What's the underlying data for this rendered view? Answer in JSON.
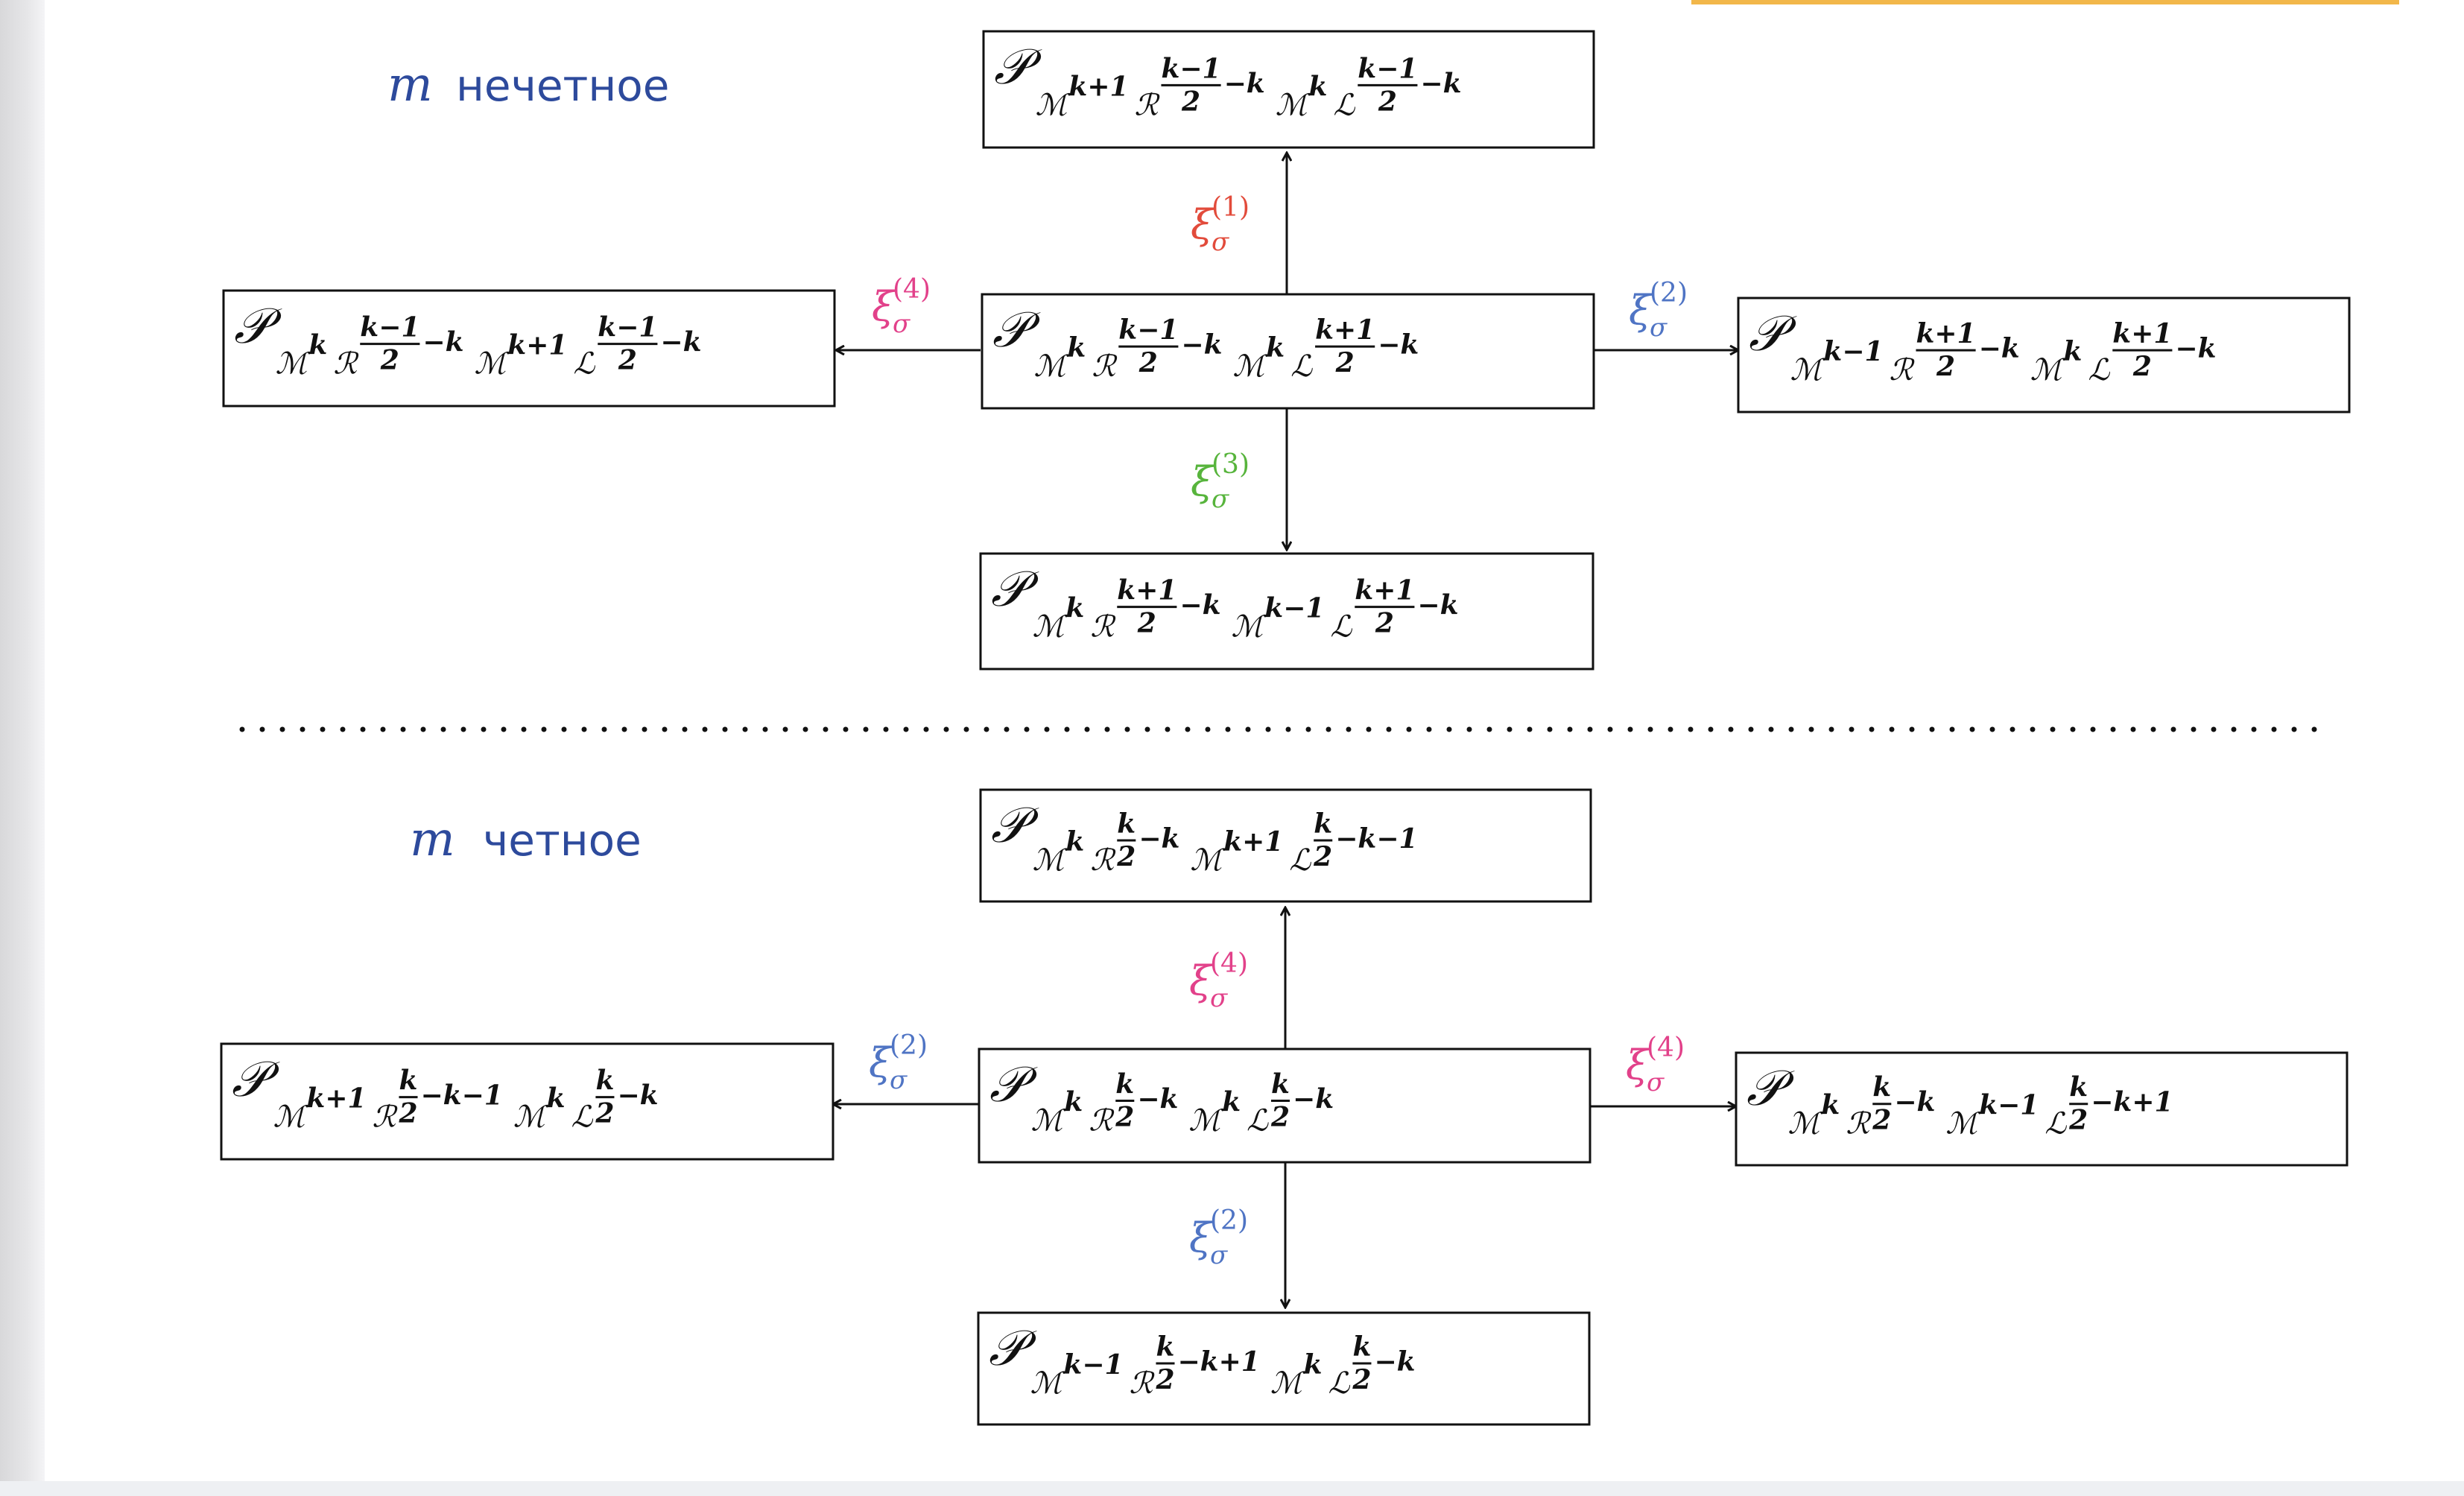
{
  "accent_color": "#f2b74a",
  "colors": {
    "label_blue": "#2d4a9c",
    "xi_1": "#e24b3b",
    "xi_2": "#4f74c4",
    "xi_3": "#57b43c",
    "xi_4": "#e2418a"
  },
  "sections": {
    "odd": {
      "heading_var": "m",
      "heading_text": "нечетное",
      "center": {
        "P": "𝒫",
        "t1": "ℳ",
        "t1e": "k",
        "t2": "ℛ",
        "t2f": [
          "k−1",
          "2"
        ],
        "t2r": "−k",
        "t3": "ℳ",
        "t3e": "k",
        "t4": "ℒ",
        "t4f": [
          "k+1",
          "2"
        ],
        "t4r": "−k"
      },
      "top": {
        "P": "𝒫",
        "t1": "ℳ",
        "t1e": "k+1",
        "t2": "ℛ",
        "t2f": [
          "k−1",
          "2"
        ],
        "t2r": "−k",
        "t3": "ℳ",
        "t3e": "k",
        "t4": "ℒ",
        "t4f": [
          "k−1",
          "2"
        ],
        "t4r": "−k"
      },
      "left": {
        "P": "𝒫",
        "t1": "ℳ",
        "t1e": "k",
        "t2": "ℛ",
        "t2f": [
          "k−1",
          "2"
        ],
        "t2r": "−k",
        "t3": "ℳ",
        "t3e": "k+1",
        "t4": "ℒ",
        "t4f": [
          "k−1",
          "2"
        ],
        "t4r": "−k"
      },
      "right": {
        "P": "𝒫",
        "t1": "ℳ",
        "t1e": "k−1",
        "t2": "ℛ",
        "t2f": [
          "k+1",
          "2"
        ],
        "t2r": "−k",
        "t3": "ℳ",
        "t3e": "k",
        "t4": "ℒ",
        "t4f": [
          "k+1",
          "2"
        ],
        "t4r": "−k"
      },
      "bottom": {
        "P": "𝒫",
        "t1": "ℳ",
        "t1e": "k",
        "t2": "ℛ",
        "t2f": [
          "k+1",
          "2"
        ],
        "t2r": "−k",
        "t3": "ℳ",
        "t3e": "k−1",
        "t4": "ℒ",
        "t4f": [
          "k+1",
          "2"
        ],
        "t4r": "−k"
      },
      "edges": {
        "up": {
          "xi": "ξ",
          "sub": "σ",
          "sup": "(1)",
          "color": "#e24b3b"
        },
        "right": {
          "xi": "ξ",
          "sub": "σ",
          "sup": "(2)",
          "color": "#4f74c4"
        },
        "down": {
          "xi": "ξ",
          "sub": "σ",
          "sup": "(3)",
          "color": "#57b43c"
        },
        "left": {
          "xi": "ξ",
          "sub": "σ",
          "sup": "(4)",
          "color": "#e2418a"
        }
      }
    },
    "even": {
      "heading_var": "m",
      "heading_text": "четное",
      "center": {
        "P": "𝒫",
        "t1": "ℳ",
        "t1e": "k",
        "t2": "ℛ",
        "t2f": [
          "k",
          "2"
        ],
        "t2r": "−k",
        "t3": "ℳ",
        "t3e": "k",
        "t4": "ℒ",
        "t4f": [
          "k",
          "2"
        ],
        "t4r": "−k"
      },
      "top": {
        "P": "𝒫",
        "t1": "ℳ",
        "t1e": "k",
        "t2": "ℛ",
        "t2f": [
          "k",
          "2"
        ],
        "t2r": "−k",
        "t3": "ℳ",
        "t3e": "k+1",
        "t4": "ℒ",
        "t4f": [
          "k",
          "2"
        ],
        "t4r": "−k−1"
      },
      "left": {
        "P": "𝒫",
        "t1": "ℳ",
        "t1e": "k+1",
        "t2": "ℛ",
        "t2f": [
          "k",
          "2"
        ],
        "t2r": "−k−1",
        "t3": "ℳ",
        "t3e": "k",
        "t4": "ℒ",
        "t4f": [
          "k",
          "2"
        ],
        "t4r": "−k"
      },
      "right": {
        "P": "𝒫",
        "t1": "ℳ",
        "t1e": "k",
        "t2": "ℛ",
        "t2f": [
          "k",
          "2"
        ],
        "t2r": "−k",
        "t3": "ℳ",
        "t3e": "k−1",
        "t4": "ℒ",
        "t4f": [
          "k",
          "2"
        ],
        "t4r": "−k+1"
      },
      "bottom": {
        "P": "𝒫",
        "t1": "ℳ",
        "t1e": "k−1",
        "t2": "ℛ",
        "t2f": [
          "k",
          "2"
        ],
        "t2r": "−k+1",
        "t3": "ℳ",
        "t3e": "k",
        "t4": "ℒ",
        "t4f": [
          "k",
          "2"
        ],
        "t4r": "−k"
      },
      "edges": {
        "up": {
          "xi": "ξ",
          "sub": "σ",
          "sup": "(4)",
          "color": "#e2418a"
        },
        "right": {
          "xi": "ξ",
          "sub": "σ",
          "sup": "(4)",
          "color": "#e2418a"
        },
        "down": {
          "xi": "ξ",
          "sub": "σ",
          "sup": "(2)",
          "color": "#4f74c4"
        },
        "left": {
          "xi": "ξ",
          "sub": "σ",
          "sup": "(2)",
          "color": "#4f74c4"
        }
      }
    }
  }
}
